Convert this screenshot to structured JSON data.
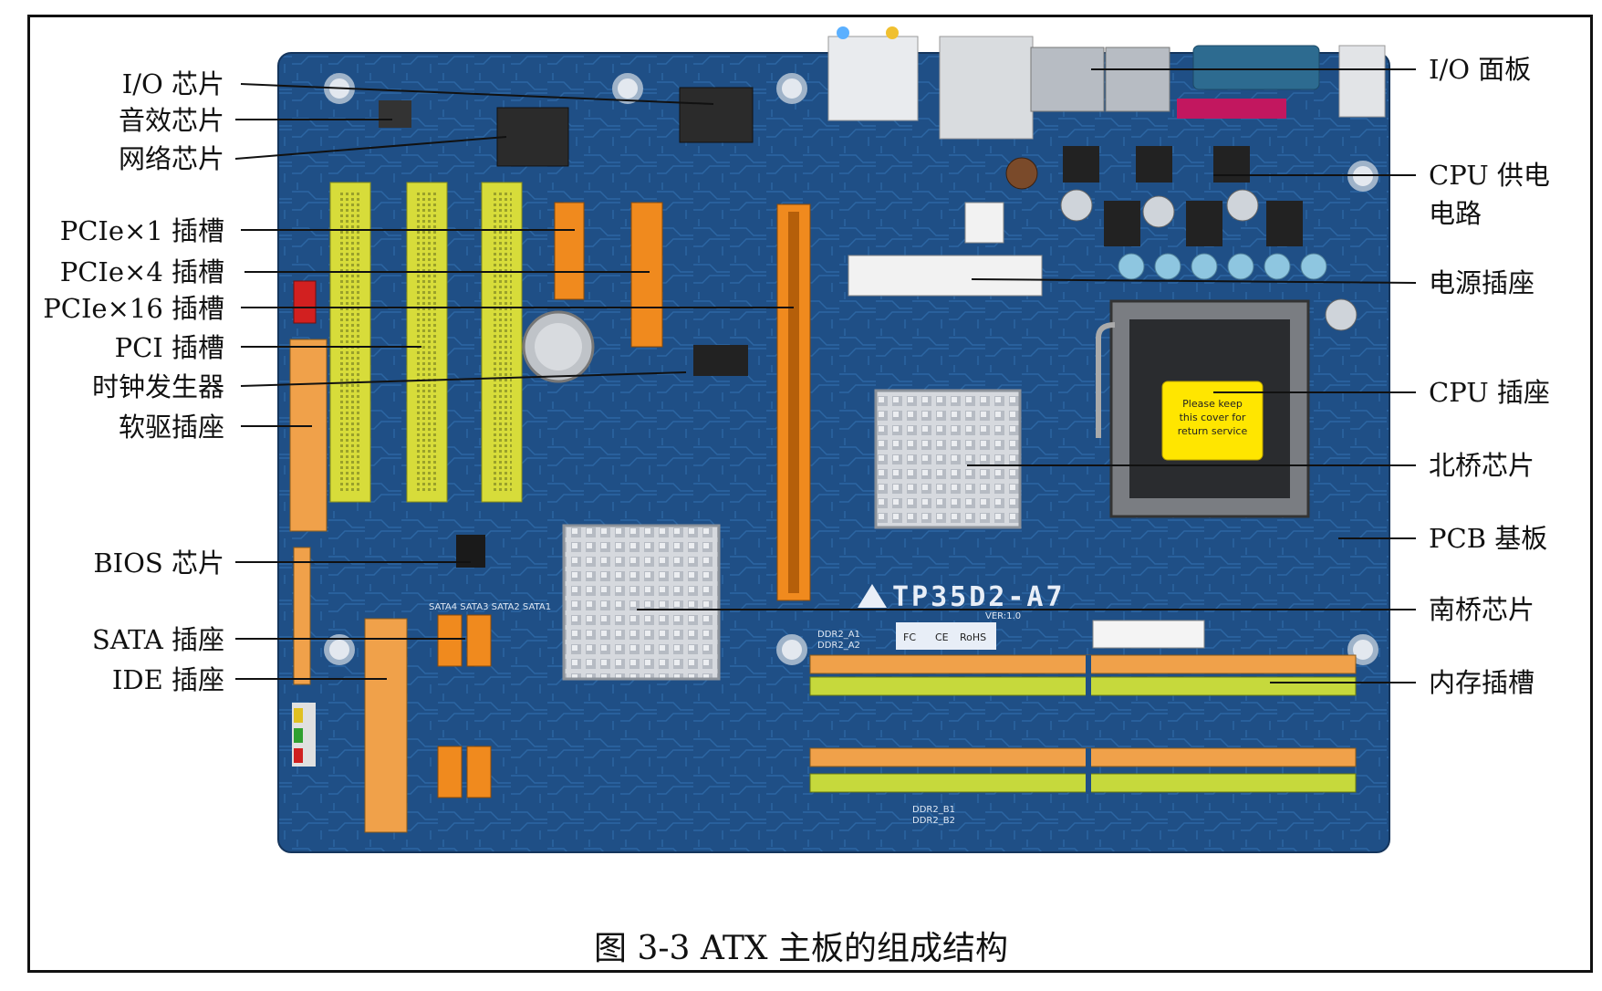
{
  "figure": {
    "caption": "图 3-3    ATX 主板的组成结构",
    "board_model": "TP35D2-A7",
    "board_version": "VER:1.0",
    "cpu_cover_text": "Please keep this cover for return service",
    "marks": {
      "fc": "FC",
      "ce": "CE",
      "rohs": "RoHS"
    }
  },
  "labels_left": [
    "I/O 芯片",
    "音效芯片",
    "网络芯片",
    "PCIe×1 插槽",
    "PCIe×4 插槽",
    "PCIe×16 插槽",
    "PCI 插槽",
    "时钟发生器",
    "软驱插座",
    "BIOS 芯片",
    "SATA 插座",
    "IDE 插座"
  ],
  "labels_right": [
    "I/O 面板",
    "CPU 供电",
    "电路",
    "电源插座",
    "CPU 插座",
    "北桥芯片",
    "PCB 基板",
    "南桥芯片",
    "内存插槽"
  ],
  "silkscreen": {
    "ddr2_a1": "DDR2_A1",
    "ddr2_a2": "DDR2_A2",
    "ddr2_b1": "DDR2_B1",
    "ddr2_b2": "DDR2_B2",
    "sata": "SATA4 SATA3 SATA2 SATA1"
  },
  "colors": {
    "pcb": "#1f4f86",
    "pci_slot": "#d7dc3a",
    "pcie_slot": "#f08a1e",
    "dimm_orange": "#f0a14a",
    "dimm_green": "#c6d93c",
    "heatsink": "#c9cdd3",
    "cpu_sticker": "#ffe600"
  }
}
